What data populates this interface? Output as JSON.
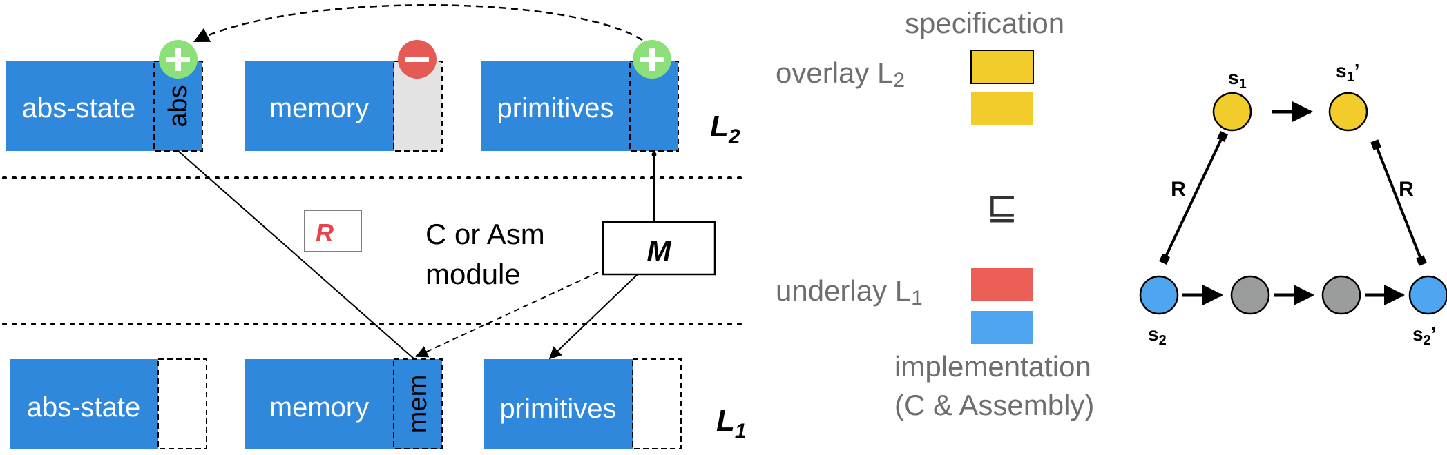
{
  "colors": {
    "implementation_blue": "#2f88dc",
    "spec_yellow": "#f2cc2a",
    "underlay_red": "#ec5f56",
    "impl_light_blue": "#4ea6f0",
    "plus_green": "#8be07a",
    "minus_red": "#e55a55",
    "state_gray": "#9a9d9c",
    "removed_fill": "#e3e3e3",
    "r_red": "#e8434a",
    "legend_text_gray": "#6e6e6e"
  },
  "layer_labels": {
    "top": "L",
    "top_sub": "2",
    "bottom": "L",
    "bottom_sub": "1"
  },
  "top_layer": {
    "boxes": [
      "abs-state",
      "memory",
      "primitives"
    ],
    "abs_slot_label": "abs"
  },
  "bottom_layer": {
    "boxes": [
      "abs-state",
      "memory",
      "primitives"
    ],
    "mem_slot_label": "mem"
  },
  "middle": {
    "relation_label": "R",
    "module_line1": "C or Asm",
    "module_line2": "module",
    "module_box_label": "M"
  },
  "legend": {
    "specification": "specification",
    "overlay_prefix": "overlay L",
    "overlay_sub": "2",
    "refines_symbol": "⊑",
    "underlay_prefix": "underlay L",
    "underlay_sub": "1",
    "implementation_line1": "implementation",
    "implementation_line2": "(C & Assembly)"
  },
  "state_diagram": {
    "s1": "s",
    "s1_sub": "1",
    "s1p": "s",
    "s1p_sub": "1",
    "s1p_prime": "’",
    "s2": "s",
    "s2_sub": "2",
    "s2p": "s",
    "s2p_sub": "2",
    "s2p_prime": "’",
    "edge_label_left": "R",
    "edge_label_right": "R"
  }
}
